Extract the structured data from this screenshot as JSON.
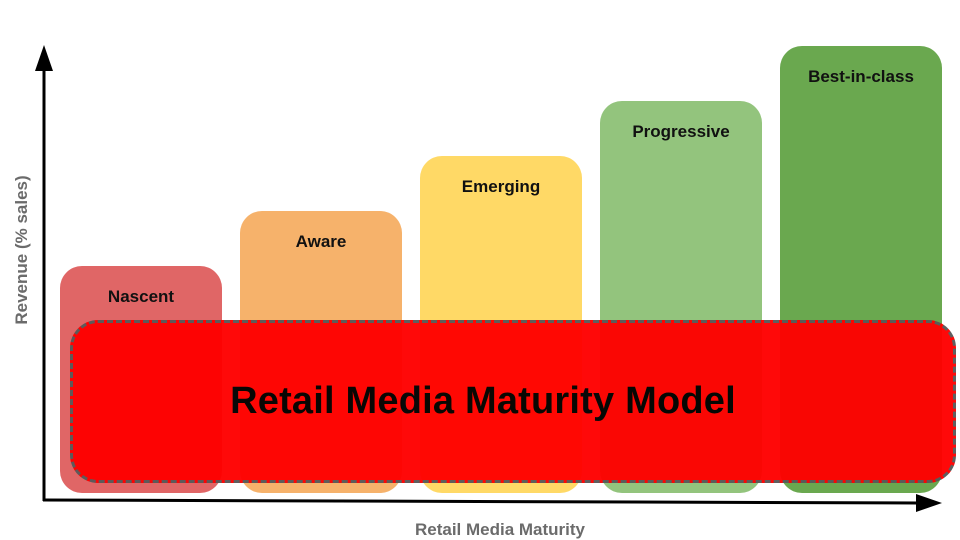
{
  "diagram": {
    "title": "Retail Media Maturity Model",
    "y_axis_label": "Revenue (% sales)",
    "x_axis_label": "Retail Media Maturity",
    "stages": [
      {
        "label": "Nascent",
        "level": 1,
        "color": "#e06666"
      },
      {
        "label": "Aware",
        "level": 2,
        "color": "#f6b26b"
      },
      {
        "label": "Emerging",
        "level": 3,
        "color": "#ffd966"
      },
      {
        "label": "Progressive",
        "level": 4,
        "color": "#93c47d"
      },
      {
        "label": "Best-in-class",
        "level": 5,
        "color": "#6aa84f"
      }
    ],
    "overlay": {
      "fill_color": "#ff0000",
      "border_color": "#595959"
    },
    "axis_color": "#000000"
  }
}
